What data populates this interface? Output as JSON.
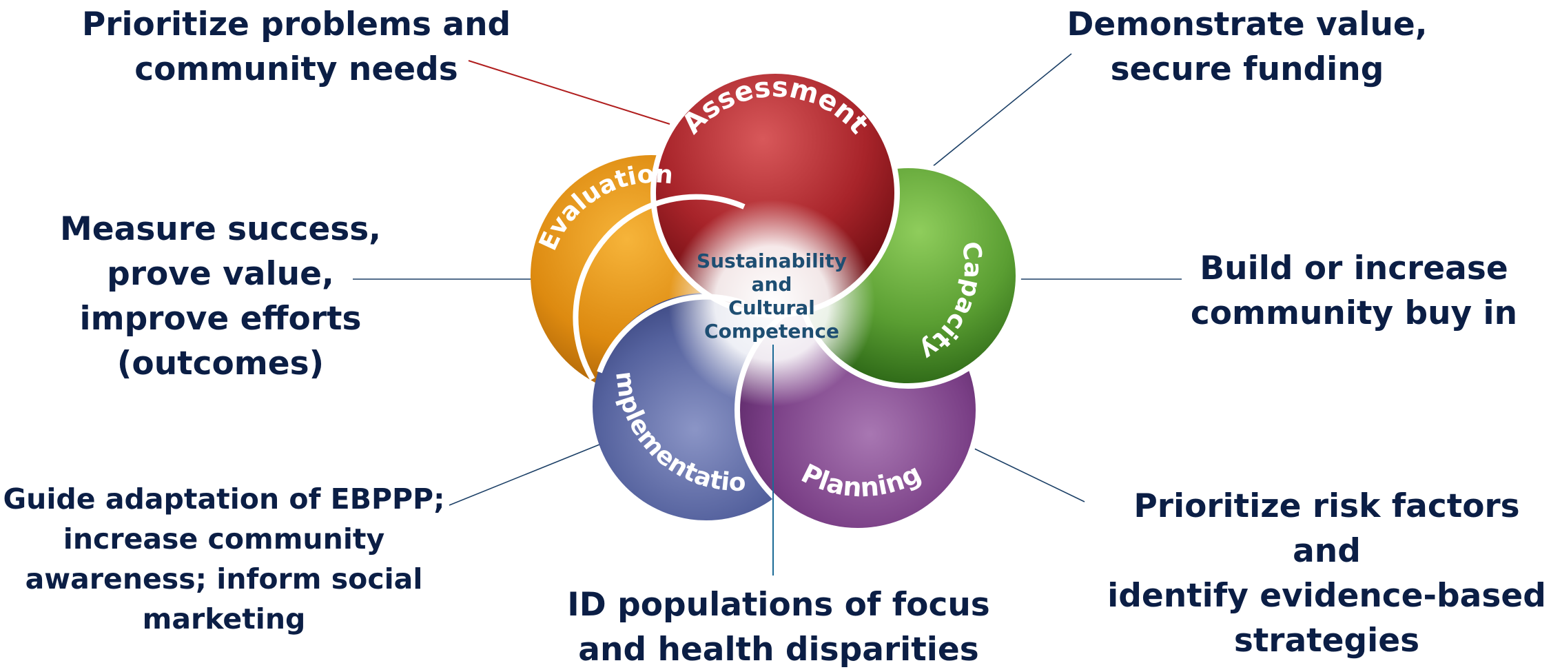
{
  "center": {
    "title": "Sustainability\nand\nCultural\nCompetence"
  },
  "stages": {
    "assessment": "Assessment",
    "capacity": "Capacity",
    "planning": "Planning",
    "implementation": "Implementation",
    "evaluation": "Evaluation"
  },
  "notes": {
    "assessment": "Prioritize problems and\ncommunity needs",
    "center": "Demonstrate value,\nsecure funding",
    "evaluation": "Measure success,\nprove value,\nimprove efforts\n(outcomes)",
    "capacity": "Build or increase\ncommunity buy in",
    "implementation": "Guide adaptation of EBPPP;\nincrease community\nawareness; inform social\nmarketing",
    "planning": "Prioritize risk factors and\nidentify evidence-based\nstrategies",
    "populations": "ID populations of focus\nand health disparities"
  },
  "colors": {
    "assessment": "#a8242a",
    "capacity": "#5a9e32",
    "planning": "#7a3f86",
    "implementation": "#55629e",
    "evaluation": "#dd8a10",
    "label_text": "#0b1e45",
    "center_text": "#1e4e72",
    "leader_assessment": "#b01e1e",
    "leader_other": "#1b3f66"
  }
}
